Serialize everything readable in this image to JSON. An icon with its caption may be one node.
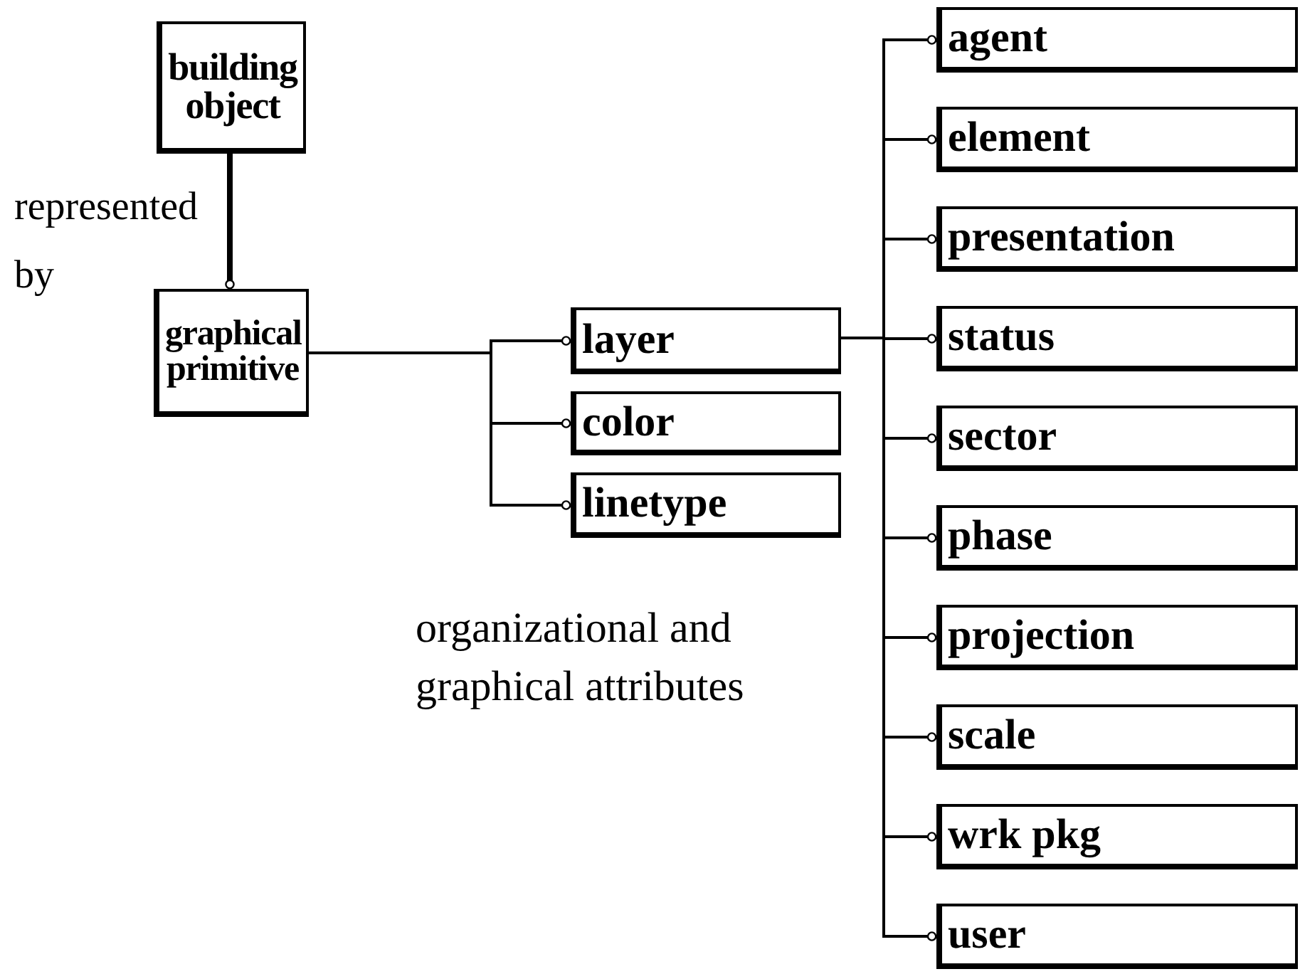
{
  "diagram": {
    "nodes": [
      {
        "text": [
          "building object"
        ]
      },
      {
        "text": [
          "graphical primitive"
        ]
      },
      {
        "text": [
          "layer"
        ]
      },
      {
        "text": [
          "color"
        ]
      },
      {
        "text": [
          "linetype"
        ]
      },
      {
        "text": [
          "agent"
        ]
      },
      {
        "text": [
          "element"
        ]
      },
      {
        "text": [
          "presentation"
        ]
      },
      {
        "text": [
          "status"
        ]
      },
      {
        "text": [
          "sector"
        ]
      },
      {
        "text": [
          "phase"
        ]
      },
      {
        "text": [
          "projection"
        ]
      },
      {
        "text": [
          "scale"
        ]
      },
      {
        "text": [
          "wrk pkg"
        ]
      },
      {
        "text": [
          "user"
        ]
      }
    ],
    "edges": [
      {
        "from": 0,
        "to": 1,
        "arrow": "other",
        "label": "represented by",
        "style": "thick"
      },
      {
        "from": 1,
        "to": 2,
        "arrow": "other"
      },
      {
        "from": 1,
        "to": 3,
        "arrow": "other"
      },
      {
        "from": 1,
        "to": 4,
        "arrow": "other"
      },
      {
        "from": 2,
        "to": 5,
        "arrow": "other"
      },
      {
        "from": 2,
        "to": 6,
        "arrow": "other"
      },
      {
        "from": 2,
        "to": 7,
        "arrow": "other"
      },
      {
        "from": 2,
        "to": 8,
        "arrow": "other"
      },
      {
        "from": 2,
        "to": 9,
        "arrow": "other"
      },
      {
        "from": 2,
        "to": 10,
        "arrow": "other"
      },
      {
        "from": 2,
        "to": 11,
        "arrow": "other"
      },
      {
        "from": 2,
        "to": 12,
        "arrow": "other"
      },
      {
        "from": 2,
        "to": 13,
        "arrow": "other"
      },
      {
        "from": 2,
        "to": 14,
        "arrow": "other"
      }
    ],
    "labels": [
      "organizational and graphical attributes"
    ]
  }
}
